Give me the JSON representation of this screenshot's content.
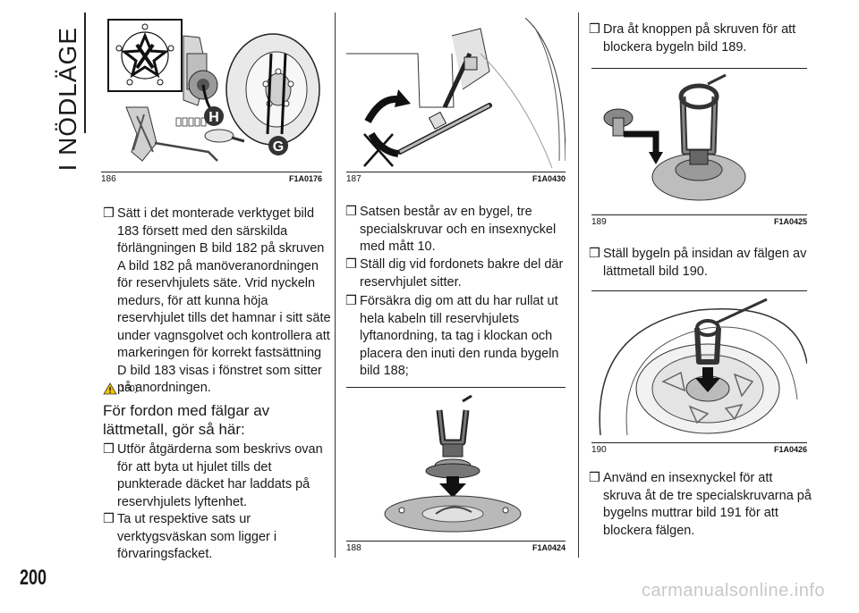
{
  "section_title": "I NÖDLÄGE",
  "page_number": "200",
  "watermark": "carmanualsonline.info",
  "bullet": "❒",
  "figures": {
    "f186": {
      "number": "186",
      "code": "F1A0176",
      "labels": {
        "h": "H",
        "g": "G"
      }
    },
    "f187": {
      "number": "187",
      "code": "F1A0430"
    },
    "f188": {
      "number": "188",
      "code": "F1A0424"
    },
    "f189": {
      "number": "189",
      "code": "F1A0425"
    },
    "f190": {
      "number": "190",
      "code": "F1A0426"
    }
  },
  "col1": {
    "item1": "Sätt i det monterade verktyget bild 183 försett med den särskilda förlängningen B bild 182 på skruven A bild 182 på manöveranordningen för reservhjulets säte. Vrid nyckeln medurs, för att kunna höja reservhjulet tills det hamnar i sitt säte under vagnsgolvet och kontrollera att markeringen för korrekt fastsättning D bild 183 visas i fönstret som sitter på anordningen.",
    "note_ref": "150)",
    "heading": "För fordon med fälgar av lättmetall, gör så här:",
    "item2": "Utför åtgärderna som beskrivs ovan för att byta ut hjulet tills det punkterade däcket har laddats på reservhjulets lyftenhet.",
    "item3": "Ta ut respektive sats ur verktygsväskan som ligger i förvaringsfacket."
  },
  "col2": {
    "item1": "Satsen består av en bygel, tre specialskruvar och en insexnyckel med mått 10.",
    "item2": "Ställ dig vid fordonets bakre del där reservhjulet sitter.",
    "item3": "Försäkra dig om att du har rullat ut hela kabeln till reservhjulets lyftanordning, ta tag i klockan och placera den inuti den runda bygeln bild 188;"
  },
  "col3": {
    "item1": "Dra åt knoppen på skruven för att blockera bygeln bild 189.",
    "item2": "Ställ bygeln på insidan av fälgen av lättmetall bild 190.",
    "item3": "Använd en insexnyckel för att skruva åt de tre specialskruvarna på bygelns muttrar bild 191 för att blockera fälgen."
  }
}
